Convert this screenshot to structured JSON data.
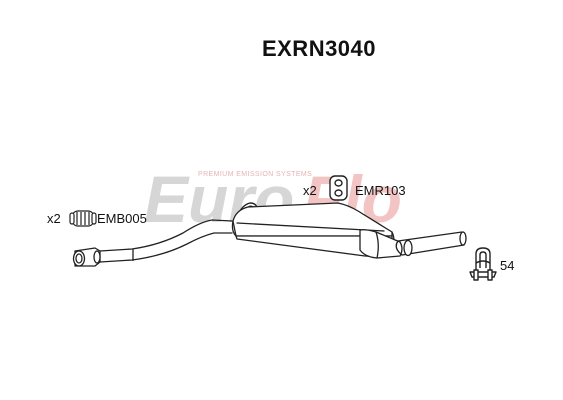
{
  "title": "EXRN3040",
  "watermark": {
    "brand_part1": "Euro",
    "brand_part2": "Flo",
    "tagline": "PREMIUM EMISSION SYSTEMS",
    "color_grey": "#d6d6d6",
    "color_red": "#f2c4c4"
  },
  "fittings": [
    {
      "id": "gasket-spring",
      "quantity": "x2",
      "code": "EMB005",
      "icon": "spring-gasket-icon"
    },
    {
      "id": "rubber-mount",
      "quantity": "x2",
      "code": "EMR103",
      "icon": "rubber-hanger-icon"
    },
    {
      "id": "clamp",
      "quantity": "54",
      "code": "",
      "icon": "u-bolt-clamp-icon"
    }
  ],
  "colors": {
    "line": "#222222",
    "text": "#111111"
  }
}
